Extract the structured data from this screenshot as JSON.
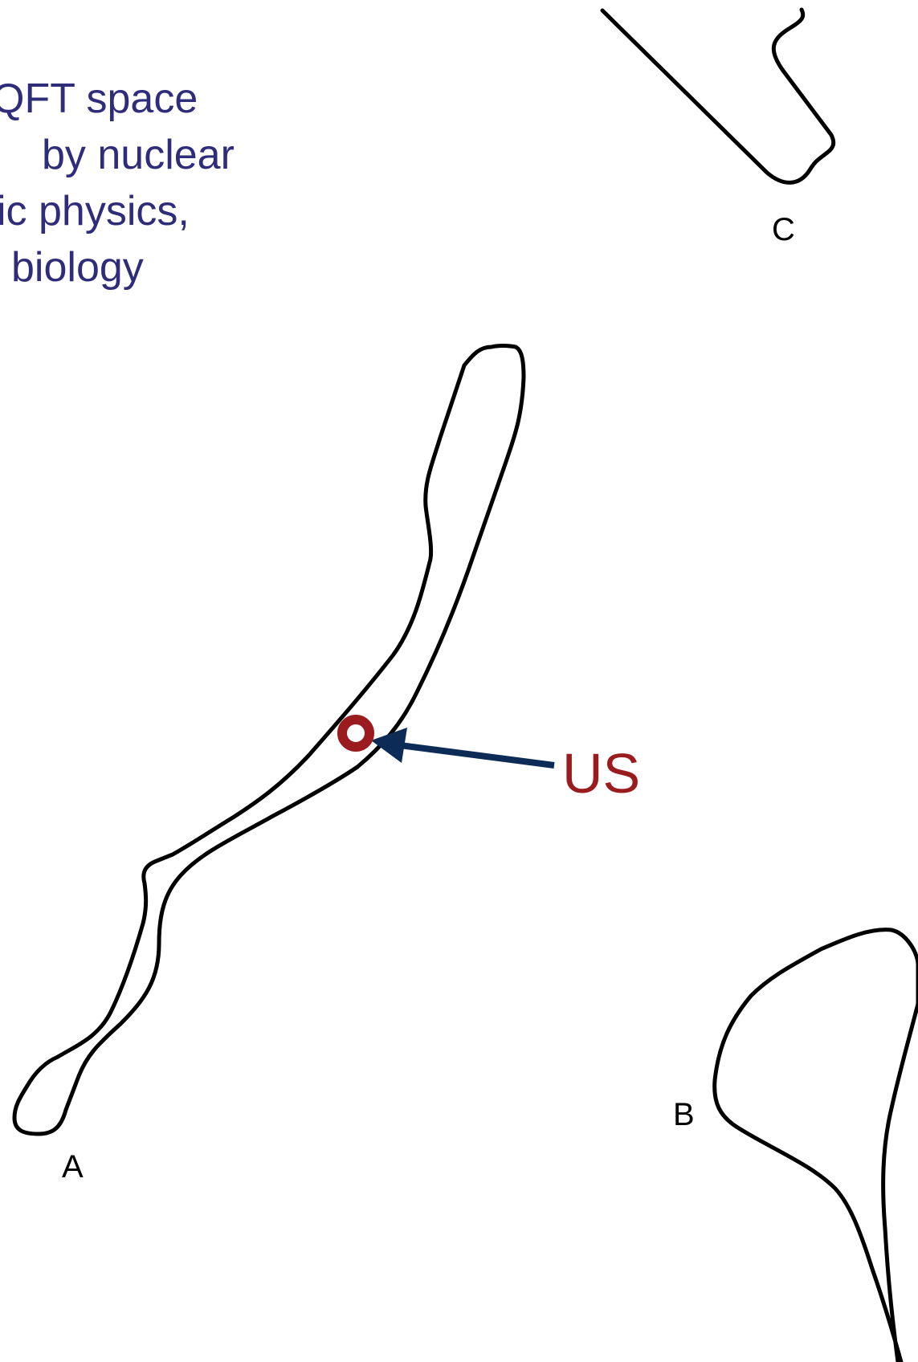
{
  "caption": {
    "lines": [
      "QFT space",
      "by nuclear",
      "ic physics,",
      "biology"
    ],
    "color": "#2f2d7a"
  },
  "regions": {
    "a": {
      "label": "A"
    },
    "b": {
      "label": "B"
    },
    "c": {
      "label": "C"
    }
  },
  "marker": {
    "label": "US",
    "label_color": "#9b1c1f",
    "dot_color": "#9b1c1f",
    "arrow_color": "#0d2b57"
  }
}
